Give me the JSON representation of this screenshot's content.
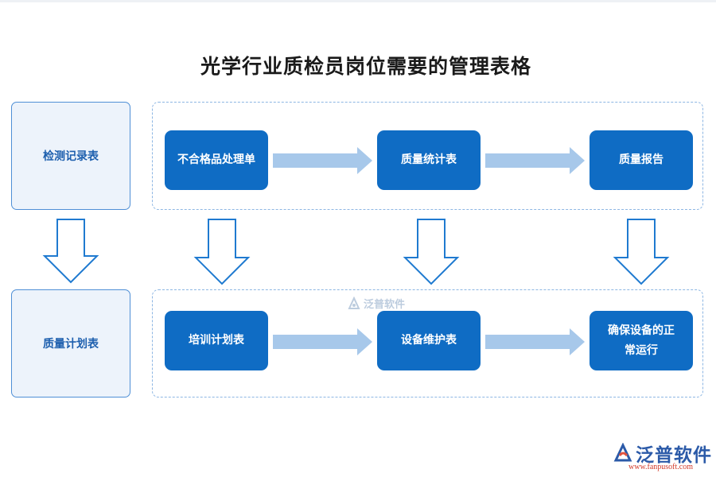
{
  "title": "光学行业质检员岗位需要的管理表格",
  "rows": [
    {
      "side_label": "检测记录表",
      "nodes": [
        "不合格品处理单",
        "质量统计表",
        "质量报告"
      ]
    },
    {
      "side_label": "质量计划表",
      "nodes": [
        "培训计划表",
        "设备维护表",
        "确保设备的正常运行"
      ]
    }
  ],
  "watermark": {
    "text": "泛普软件"
  },
  "logo": {
    "text": "泛普软件",
    "url": "www.fanpusoft.com"
  },
  "colors": {
    "node_fill": "#0f6cc4",
    "side_border": "#4f8fd6",
    "side_fill": "#edf3fb",
    "group_border": "#8db6e3",
    "flow_arrow": "#a7c8ea",
    "down_arrow_stroke": "#1f7ad0"
  }
}
